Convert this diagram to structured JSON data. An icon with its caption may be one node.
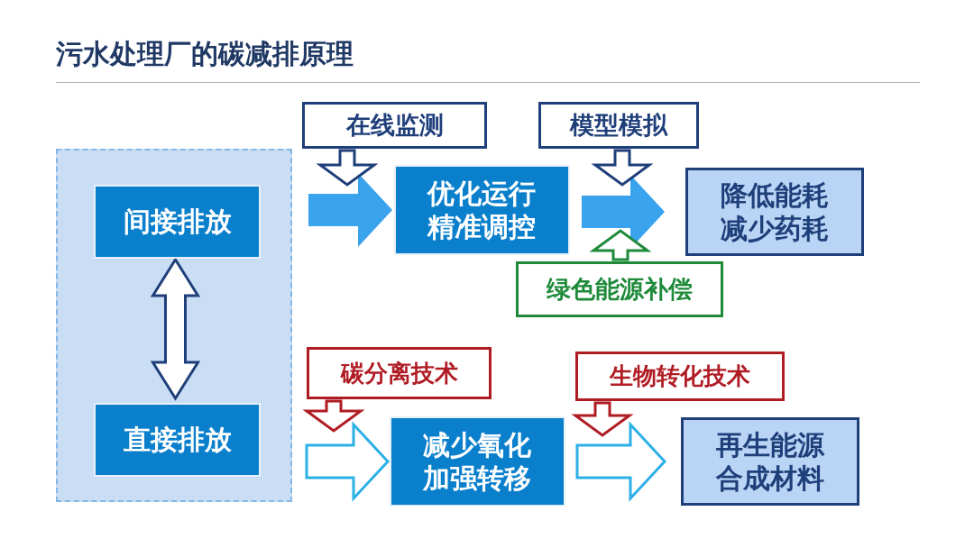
{
  "diagram": {
    "title": "污水处理厂的碳减排原理",
    "nodes": [
      {
        "text": [],
        "shape": "box"
      },
      {
        "text": [
          "间接排放"
        ],
        "in": 0
      },
      {
        "text": [
          "直接排放"
        ],
        "in": 0
      },
      {
        "text": [
          "在线监测"
        ]
      },
      {
        "text": [
          "优化运行精准调控"
        ]
      },
      {
        "text": [
          "模型模拟"
        ]
      },
      {
        "text": [
          "降低能耗减少药耗"
        ]
      },
      {
        "text": [
          "绿色能源补偿"
        ]
      },
      {
        "text": [
          "碳分离技术"
        ]
      },
      {
        "text": [
          "减少氧化加强转移"
        ]
      },
      {
        "text": [
          "生物转化技术"
        ]
      },
      {
        "text": [
          "再生能源合成材料"
        ]
      }
    ],
    "edges": [
      {
        "from": 1,
        "to": 2,
        "arrow": "both",
        "color": "#1f3f7a"
      },
      {
        "from": 1,
        "to": 4,
        "arrow": "to",
        "color": "#3aa3ee"
      },
      {
        "from": 4,
        "to": 6,
        "arrow": "to",
        "color": "#3aa3ee"
      },
      {
        "from": 3,
        "to": null,
        "arrow": "to",
        "color": "#1f3f7a"
      },
      {
        "from": 5,
        "to": null,
        "arrow": "to",
        "color": "#1f3f7a"
      },
      {
        "from": 7,
        "to": null,
        "arrow": "to",
        "color": "#1e8a3a"
      },
      {
        "from": 2,
        "to": 9,
        "arrow": "to",
        "color": "#2cb0e8"
      },
      {
        "from": 9,
        "to": 11,
        "arrow": "to",
        "color": "#2cb0e8"
      },
      {
        "from": 8,
        "to": null,
        "arrow": "to",
        "color": "#b01c24"
      },
      {
        "from": 10,
        "to": null,
        "arrow": "to",
        "color": "#b01c24"
      }
    ]
  }
}
